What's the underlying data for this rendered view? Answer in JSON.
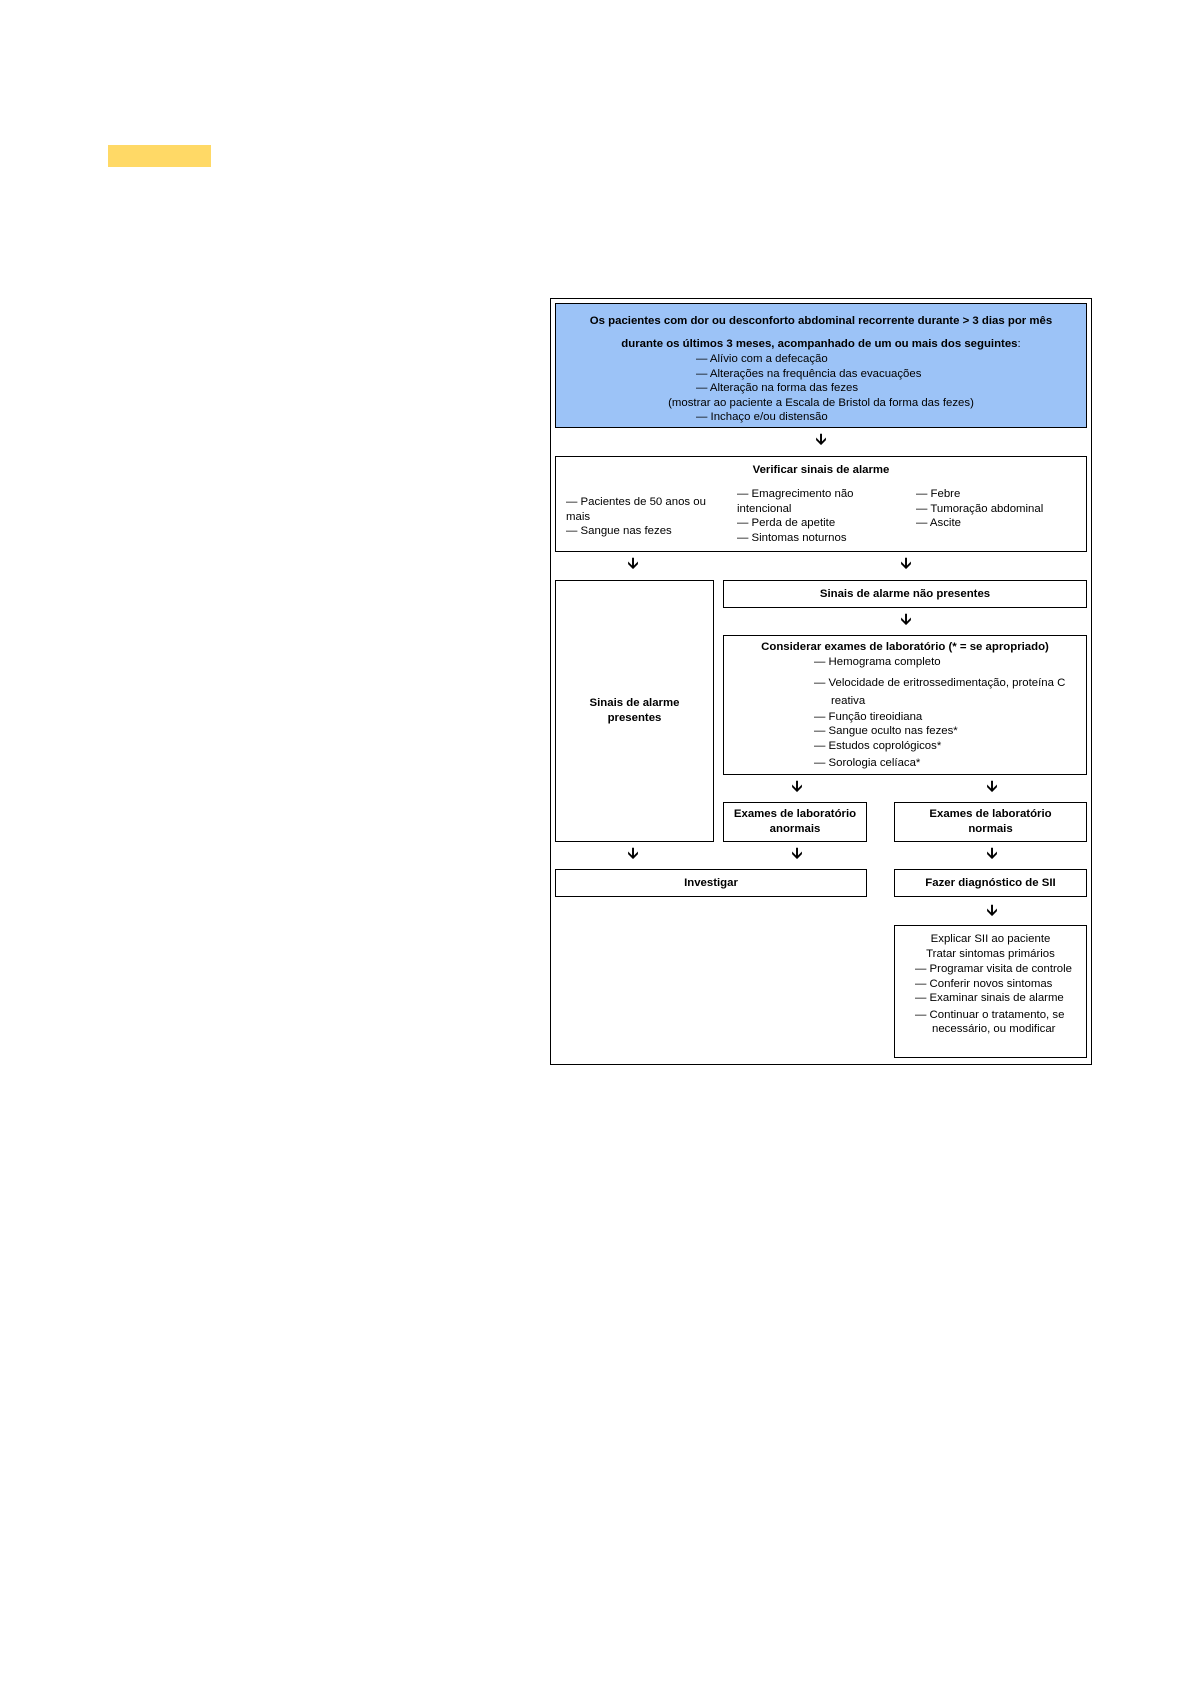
{
  "top": {
    "title_line1": "Os pacientes com dor ou desconforto abdominal recorrente durante > 3 dias por mês",
    "title_line2_bold": "durante os últimos 3 meses, acompanhado de um ou mais dos seguintes",
    "title_line2_tail": ":",
    "items": [
      "— Alívio com a defecação",
      "— Alterações na frequência das evacuações",
      "— Alteração na forma das fezes"
    ],
    "note": "(mostrar ao paciente a Escala de Bristol da forma das fezes)",
    "last_item": "— Inchaço e/ou distensão"
  },
  "alarm": {
    "title": "Verificar sinais de alarme",
    "col1": [
      "— Pacientes de 50 anos ou mais",
      "— Sangue nas fezes"
    ],
    "col2": [
      "— Emagrecimento não intencional",
      "— Perda de apetite",
      "— Sintomas noturnos"
    ],
    "col3": [
      "— Febre",
      "— Tumoração abdominal",
      "— Ascite"
    ]
  },
  "alarm_present": "Sinais de alarme presentes",
  "alarm_absent": "Sinais de alarme não presentes",
  "labs": {
    "title": "Considerar exames de laboratório (* = se apropriado)",
    "items": [
      "— Hemograma completo",
      "— Velocidade de eritrossedimentação, proteína C reativa",
      "— Função tireoidiana",
      "— Sangue oculto nas fezes*",
      "— Estudos coprológicos*",
      "— Sorologia celíaca*"
    ]
  },
  "labs_abnormal": "Exames de laboratório anormais",
  "labs_normal": "Exames de laboratório normais",
  "investigate": "Investigar",
  "diagnose": "Fazer diagnóstico de SII",
  "final": {
    "line1": "Explicar SII ao paciente",
    "line2": "Tratar sintomas primários",
    "items": [
      "— Programar visita de controle",
      "— Conferir novos sintomas",
      "— Examinar sinais de alarme",
      "— Continuar o tratamento, se necessário, ou modificar"
    ]
  },
  "arrow_glyph": "🡫",
  "colors": {
    "top_fill": "#9cc3f7",
    "tag_fill": "#ffd966"
  }
}
